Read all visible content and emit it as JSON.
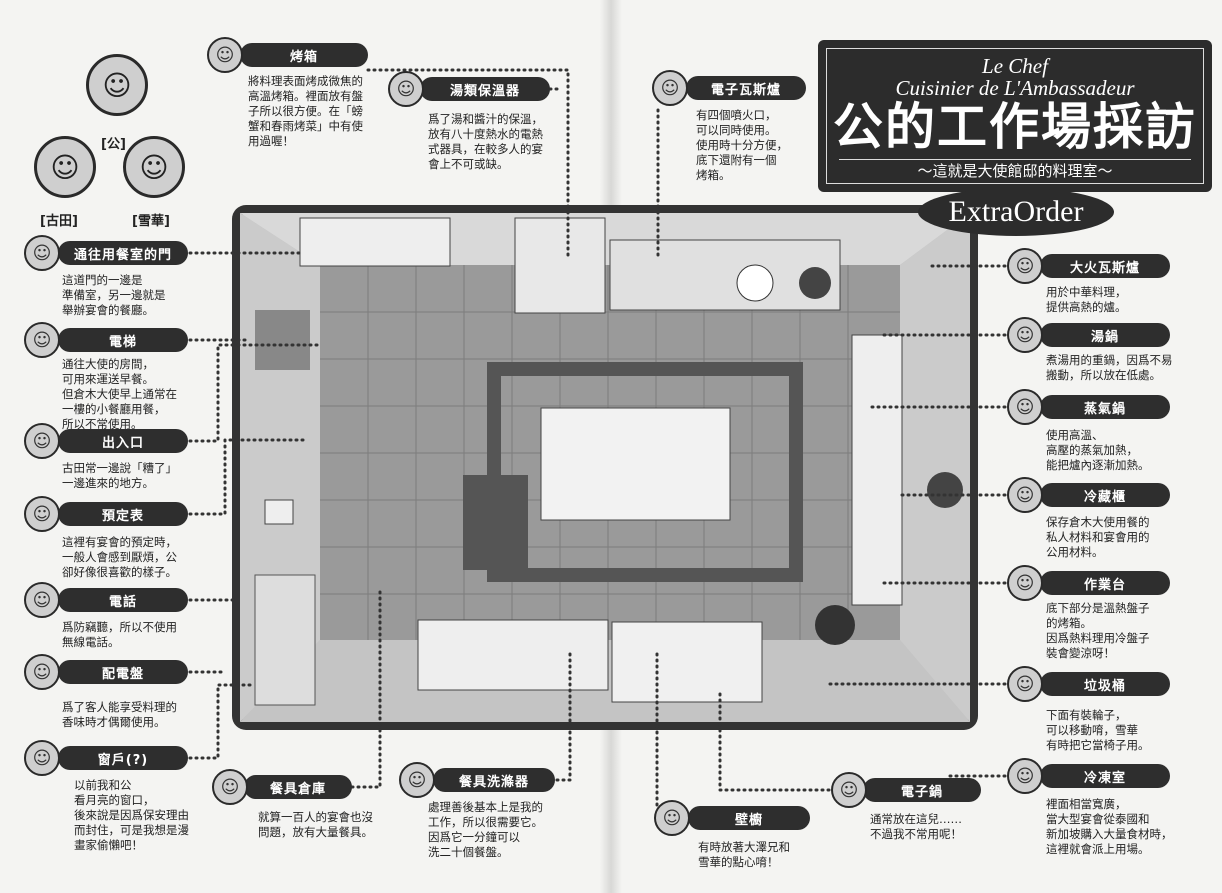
{
  "title": {
    "en_line1": "Le Chef",
    "en_line2": "Cuisinier de L'Ambassadeur",
    "zh": "公的工作場採訪",
    "subtitle": "～這就是大使館邸的料理室～",
    "badge": "ExtraOrder"
  },
  "characters": [
    {
      "name": "[公]",
      "icon": "chef-face-icon"
    },
    {
      "name": "[古田]",
      "icon": "furuta-face-icon"
    },
    {
      "name": "[雪華]",
      "icon": "setsuka-face-icon"
    }
  ],
  "callouts": [
    {
      "label": "通往用餐室的門",
      "desc": "這道門的一邊是\n準備室，另一邊就是\n舉辦宴會的餐廳。",
      "icon": "setsuka-face-icon"
    },
    {
      "label": "電梯",
      "desc": "通往大使的房間，\n可用來運送早餐。\n但倉木大使早上通常在\n一樓的小餐廳用餐，\n所以不常使用。",
      "icon": "chef-face-icon"
    },
    {
      "label": "出入口",
      "desc": "古田常一邊說「糟了」\n一邊進來的地方。",
      "icon": "chef-face-icon"
    },
    {
      "label": "預定表",
      "desc": "這裡有宴會的預定時，\n一般人會感到厭煩，公\n卻好像很喜歡的樣子。",
      "icon": "setsuka-face-icon"
    },
    {
      "label": "電話",
      "desc": "爲防竊聽，所以不使用\n無線電話。",
      "icon": "furuta-face-icon"
    },
    {
      "label": "配電盤",
      "desc": "爲了客人能享受料理的\n香味時才偶爾使用。",
      "icon": "setsuka-face-icon"
    },
    {
      "label": "窗戶(?)",
      "desc": "以前我和公\n看月亮的窗口，\n後來說是因爲保安理由\n而封住，可是我想是漫\n畫家偷懶吧！",
      "icon": "setsuka-face-icon"
    },
    {
      "label": "烤箱",
      "desc": "將料理表面烤成微焦的\n高溫烤箱。裡面放有盤\n子所以很方便。在「螃\n蟹和春雨烤菜」中有使\n用過喔！",
      "icon": "chef-face-icon"
    },
    {
      "label": "湯類保溫器",
      "desc": "爲了湯和醬汁的保溫，\n放有八十度熱水的電熱\n式器具，在較多人的宴\n會上不可或缺。",
      "icon": "chef-face-icon"
    },
    {
      "label": "電子瓦斯爐",
      "desc": "有四個噴火口，\n可以同時使用。\n使用時十分方便，\n底下還附有一個\n烤箱。",
      "icon": "setsuka-face-icon"
    },
    {
      "label": "大火瓦斯爐",
      "desc": "用於中華料理，\n提供高熱的爐。",
      "icon": "chef-face-icon"
    },
    {
      "label": "湯鍋",
      "desc": "煮湯用的重鍋，因爲不易\n搬動，所以放在低處。",
      "icon": "setsuka-face-icon"
    },
    {
      "label": "蒸氣鍋",
      "desc": "使用高溫、\n高壓的蒸氣加熱，\n能把爐內逐漸加熱。",
      "icon": "chef-face-icon"
    },
    {
      "label": "冷藏櫃",
      "desc": "保存倉木大使用餐的\n私人材料和宴會用的\n公用材料。",
      "icon": "furuta-face-icon"
    },
    {
      "label": "作業台",
      "desc": "底下部分是溫熱盤子\n的烤箱。\n因爲熱料理用冷盤子\n裝會變涼呀！",
      "icon": "setsuka-face-icon"
    },
    {
      "label": "垃圾桶",
      "desc": "下面有裝輪子，\n可以移動唷，雪華\n有時把它當椅子用。",
      "icon": "furuta-face-icon"
    },
    {
      "label": "冷凍室",
      "desc": "裡面相當寬廣，\n當大型宴會從泰國和\n新加坡購入大量食材時，\n這裡就會派上用場。",
      "icon": "furuta-face-icon"
    },
    {
      "label": "餐具倉庫",
      "desc": "就算一百人的宴會也沒\n問題，放有大量餐具。",
      "icon": "chef-face-icon"
    },
    {
      "label": "餐具洗滌器",
      "desc": "處理善後基本上是我的\n工作，所以很需要它。\n因爲它一分鐘可以\n洗二十個餐盤。",
      "icon": "setsuka-face-icon"
    },
    {
      "label": "壁櫥",
      "desc": "有時放著大澤兄和\n雪華的點心唷！",
      "icon": "furuta-face-icon"
    },
    {
      "label": "電子鍋",
      "desc": "通常放在這兒……\n不過我不常用呢！",
      "icon": "chef-face-icon"
    }
  ],
  "colors": {
    "pill": "#2e2e2e",
    "frame": "#333333",
    "floor": "#9a9a9a"
  }
}
